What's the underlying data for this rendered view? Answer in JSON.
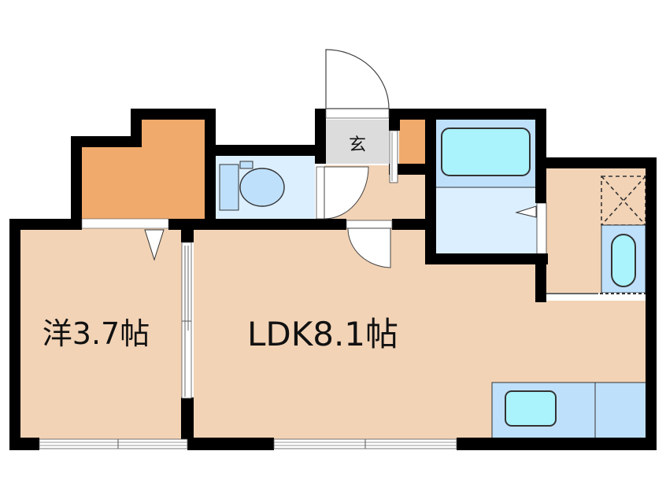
{
  "floor_plan": {
    "title": "1LDK floor plan",
    "rooms": [
      {
        "id": "western",
        "label": "洋3.7帖",
        "type": "Western-style room",
        "size_jo": 3.7
      },
      {
        "id": "ldk",
        "label": "LDK8.1帖",
        "type": "Living/Dining/Kitchen",
        "size_jo": 8.1
      },
      {
        "id": "entrance",
        "label": "玄",
        "type": "Entrance"
      },
      {
        "id": "toilet",
        "label": "",
        "type": "Toilet"
      },
      {
        "id": "bath",
        "label": "",
        "type": "Bathroom"
      },
      {
        "id": "washroom",
        "label": "",
        "type": "Washroom / laundry"
      },
      {
        "id": "closet",
        "label": "",
        "type": "Closet"
      },
      {
        "id": "shoe-storage",
        "label": "",
        "type": "Shoe storage"
      }
    ],
    "colors": {
      "wall": "#000000",
      "floor": "#f2d3b6",
      "storage": "#efaa6c",
      "wet_area": "#dcefff",
      "fixture": "#bfe0fb",
      "fixture_inner": "#aaf2fc",
      "entrance_floor": "#dcdcdc",
      "opening": "#ffffff",
      "line": "#333333"
    }
  }
}
